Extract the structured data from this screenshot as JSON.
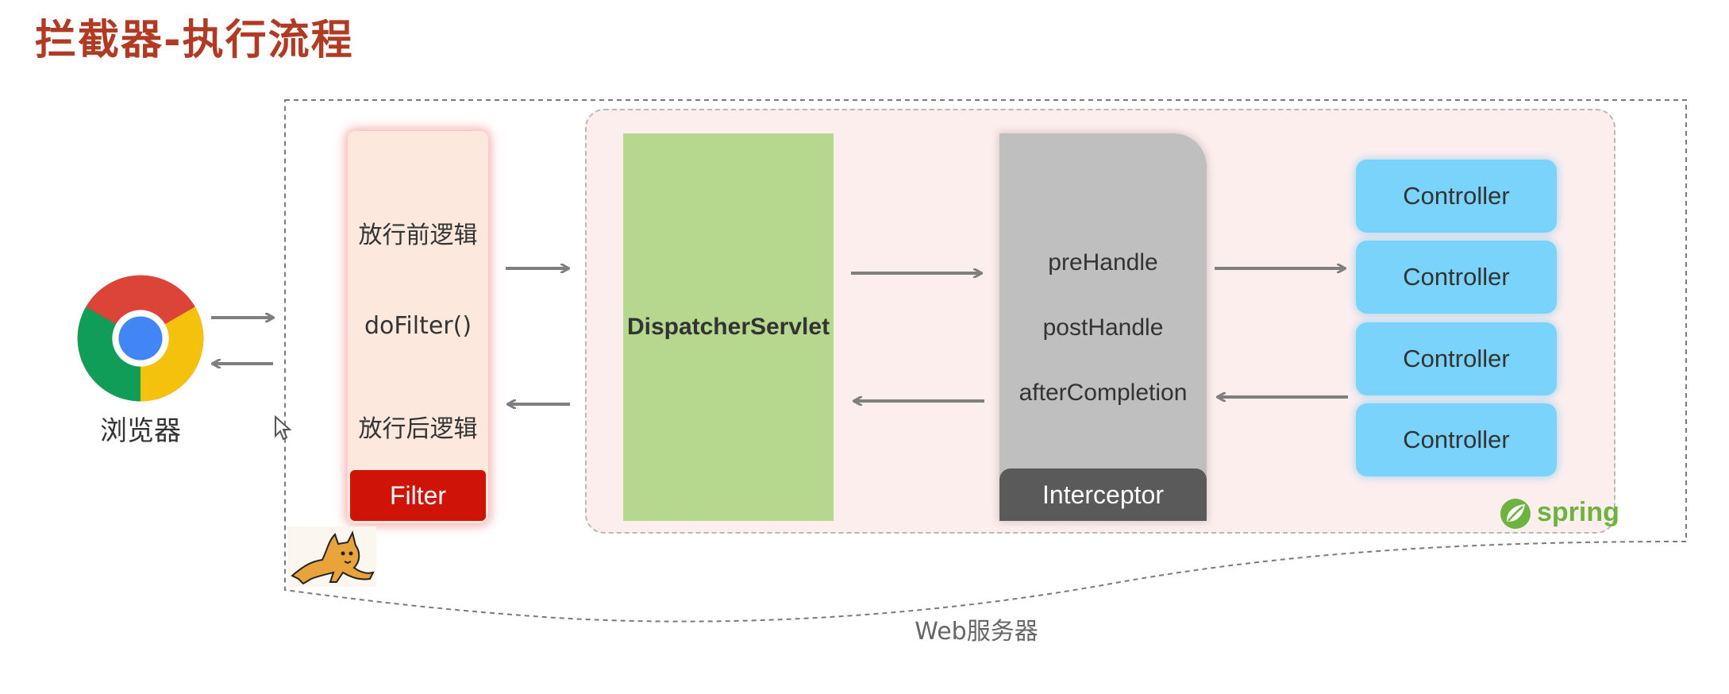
{
  "title": "拦截器-执行流程",
  "browser": {
    "label": "浏览器"
  },
  "filter": {
    "before": "放行前逻辑",
    "do_filter": "doFilter()",
    "after": "放行后逻辑",
    "label": "Filter"
  },
  "dispatcher": {
    "label": "DispatcherServlet"
  },
  "interceptor": {
    "pre": "preHandle",
    "post": "postHandle",
    "after": "afterCompletion",
    "label": "Interceptor"
  },
  "controllers": [
    "Controller",
    "Controller",
    "Controller",
    "Controller"
  ],
  "spring_logo": "spring",
  "server": {
    "label": "Web服务器"
  },
  "colors": {
    "title": "#b03a24",
    "filter_bg": "#fde8de",
    "filter_footer": "#d01308",
    "dispatcher": "#b6d78e",
    "interceptor": "#bfbfbf",
    "interceptor_footer": "#5a5a5a",
    "controller": "#79d3fa",
    "spring_area": "#fdeeee",
    "spring_green": "#6db33f",
    "arrow": "#7f7f7f"
  }
}
